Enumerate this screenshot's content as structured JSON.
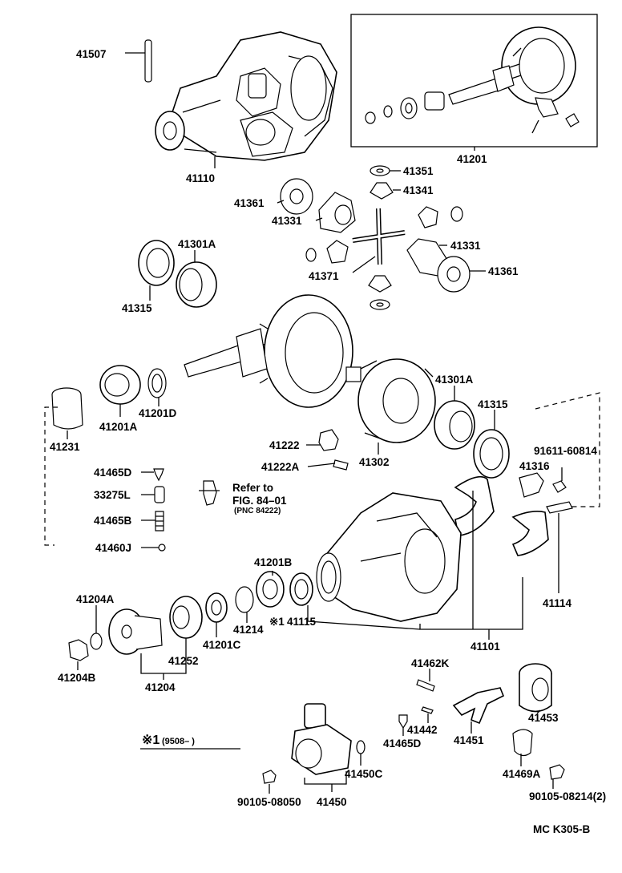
{
  "labels": {
    "p41507": "41507",
    "p41110": "41110",
    "p41201": "41201",
    "p41351": "41351",
    "p41341": "41341",
    "p41361a": "41361",
    "p41331a": "41331",
    "p41331b": "41331",
    "p41361b": "41361",
    "p41371": "41371",
    "p41301Aa": "41301A",
    "p41315a": "41315",
    "p41231": "41231",
    "p41201A": "41201A",
    "p41201D": "41201D",
    "p41301Ab": "41301A",
    "p41315b": "41315",
    "p41302": "41302",
    "p41222": "41222",
    "p41222A": "41222A",
    "p91611": "91611-60814",
    "p41316": "41316",
    "p41465D": "41465D",
    "p33275L": "33275L",
    "p41465B": "41465B",
    "p41460J": "41460J",
    "p41201B": "41201B",
    "p41204A": "41204A",
    "p41204B": "41204B",
    "p41204": "41204",
    "p41252": "41252",
    "p41201C": "41201C",
    "p41214": "41214",
    "p41115": "41115",
    "p41101": "41101",
    "p41114": "41114",
    "p41462K": "41462K",
    "p41442": "41442",
    "p41465Db": "41465D",
    "p41451": "41451",
    "p41453": "41453",
    "p41469A": "41469A",
    "p90105a": "90105-08050",
    "p41450": "41450",
    "p41450C": "41450C",
    "p90105b": "90105-08214(2)"
  },
  "refer": {
    "line1": "Refer to",
    "line2": "FIG. 84–01",
    "line3": "(PNC 84222)"
  },
  "note": {
    "mark": "※1",
    "text": "(9508–       )"
  },
  "code": "MC  K305-B",
  "mark115": "※1"
}
